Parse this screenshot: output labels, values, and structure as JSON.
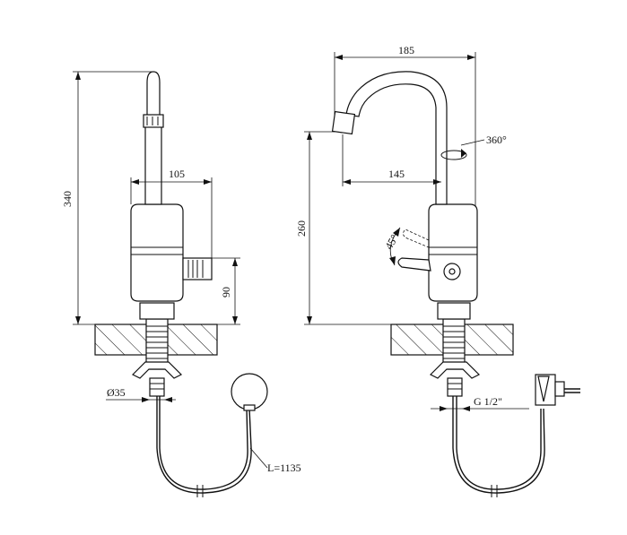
{
  "side_view": {
    "height_total": "340",
    "body_width": "105",
    "body_height": "90",
    "base_diameter": "Ø35",
    "cable_length": "L=1135"
  },
  "front_view": {
    "overall_reach": "185",
    "rotation": "360°",
    "spout_reach": "145",
    "height": "260",
    "lever_angle": "45°",
    "thread": "G 1/2\""
  },
  "colors": {
    "line": "#111111",
    "background": "#ffffff"
  }
}
